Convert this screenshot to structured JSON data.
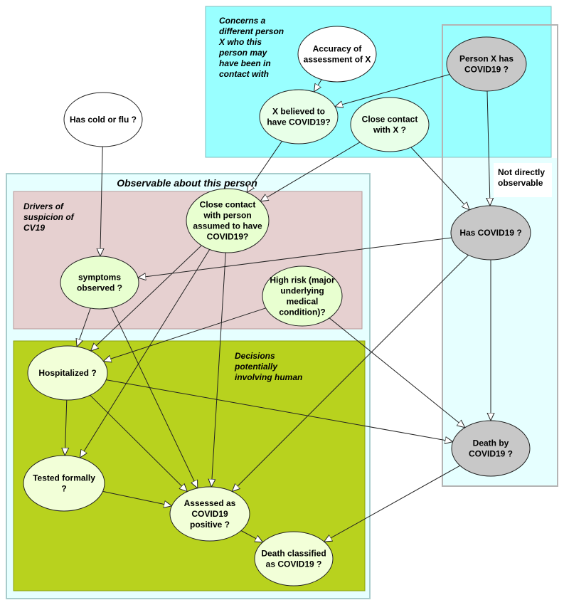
{
  "regions": {
    "other_person": {
      "label": [
        "Concerns a",
        "different person",
        "X who this",
        "person may",
        "have been in",
        "contact with"
      ],
      "color": "#99ffff"
    },
    "observable": {
      "label": "Observable about this person",
      "color": "#e6ffff"
    },
    "drivers": {
      "label": [
        "Drivers of",
        "suspicion of",
        "CV19"
      ],
      "color": "#e6d0d0"
    },
    "decisions": {
      "label": [
        "Decisions",
        "potentially",
        "involving human"
      ],
      "color": "#b8d21e"
    },
    "not_observable": {
      "label": [
        "Not directly",
        "observable"
      ],
      "color": "#e6ffff"
    }
  },
  "nodes": {
    "accuracy": {
      "lines": [
        "Accuracy of",
        "assessment of X"
      ],
      "fill": "#ffffff"
    },
    "x_has_covid": {
      "lines": [
        "Person X has",
        "COVID19 ?"
      ],
      "fill": "#c8c8c8"
    },
    "x_believed": {
      "lines": [
        "X believed to",
        "have COVID19?"
      ],
      "fill": "#e8ffe8"
    },
    "close_contact_x": {
      "lines": [
        "Close contact",
        "with X ?"
      ],
      "fill": "#e8ffe8"
    },
    "cold_flu": {
      "lines": [
        "Has cold or flu ?"
      ],
      "fill": "#ffffff"
    },
    "close_contact_person": {
      "lines": [
        "Close contact",
        "with person",
        "assumed to have",
        "COVID19?"
      ],
      "fill": "#e8ffd0"
    },
    "has_covid": {
      "lines": [
        "Has COVID19 ?"
      ],
      "fill": "#c8c8c8"
    },
    "symptoms": {
      "lines": [
        "symptoms",
        "observed ?"
      ],
      "fill": "#e8ffd0"
    },
    "high_risk": {
      "lines": [
        "High risk (major",
        "underlying",
        "medical",
        "condition)?"
      ],
      "fill": "#e8ffd0"
    },
    "hospitalized": {
      "lines": [
        "Hospitalized ?"
      ],
      "fill": "#f2ffd8"
    },
    "death": {
      "lines": [
        "Death by",
        "COVID19 ?"
      ],
      "fill": "#c8c8c8"
    },
    "tested": {
      "lines": [
        "Tested formally",
        "?"
      ],
      "fill": "#f2ffd8"
    },
    "assessed": {
      "lines": [
        "Assessed as",
        "COVID19",
        "positive ?"
      ],
      "fill": "#f2ffd8"
    },
    "death_classified": {
      "lines": [
        "Death classified",
        "as COVID19 ?"
      ],
      "fill": "#f2ffd8"
    }
  },
  "edges": [
    [
      "accuracy",
      "x_believed"
    ],
    [
      "x_has_covid",
      "x_believed"
    ],
    [
      "x_has_covid",
      "has_covid"
    ],
    [
      "x_believed",
      "close_contact_person"
    ],
    [
      "close_contact_x",
      "close_contact_person"
    ],
    [
      "close_contact_x",
      "has_covid"
    ],
    [
      "cold_flu",
      "symptoms"
    ],
    [
      "has_covid",
      "symptoms"
    ],
    [
      "has_covid",
      "death"
    ],
    [
      "has_covid",
      "assessed"
    ],
    [
      "close_contact_person",
      "hospitalized"
    ],
    [
      "close_contact_person",
      "tested"
    ],
    [
      "close_contact_person",
      "assessed"
    ],
    [
      "symptoms",
      "hospitalized"
    ],
    [
      "symptoms",
      "assessed"
    ],
    [
      "high_risk",
      "hospitalized"
    ],
    [
      "high_risk",
      "death"
    ],
    [
      "hospitalized",
      "tested"
    ],
    [
      "hospitalized",
      "assessed"
    ],
    [
      "hospitalized",
      "death"
    ],
    [
      "tested",
      "assessed"
    ],
    [
      "assessed",
      "death_classified"
    ],
    [
      "death",
      "death_classified"
    ]
  ]
}
